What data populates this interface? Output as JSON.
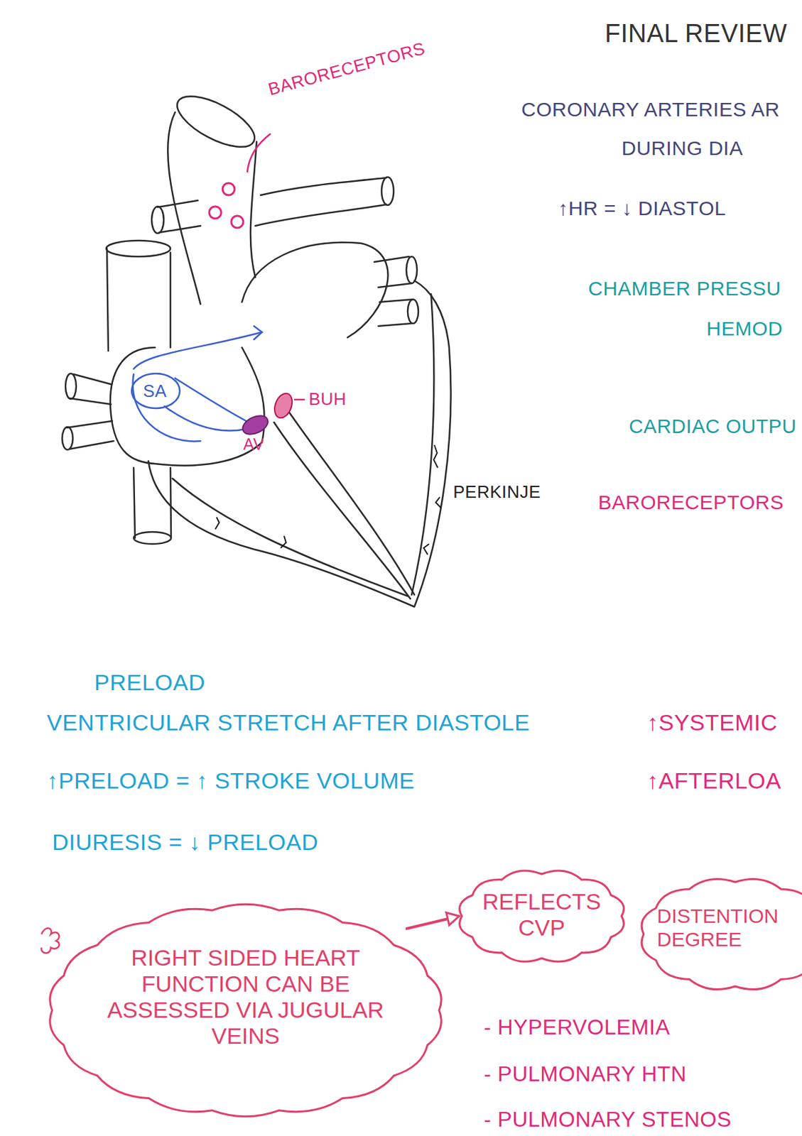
{
  "diagram": {
    "title": "FINAL REVIEW",
    "nodes": [
      {
        "text": [
          "RIGHT SIDED HEART FUNCTION CAN BE ASSESSED VIA JUGULAR VEINS"
        ]
      },
      {
        "text": [
          "REFLECTS CVP"
        ]
      },
      {
        "text": [
          "DISTENTION DEGREE"
        ]
      }
    ],
    "edges": [
      {
        "from": 0,
        "to": 1,
        "arrow": "to"
      }
    ],
    "labels": [
      "BARORECEPTORS",
      "SA",
      "AV",
      "BUH",
      "PERKINJE",
      "CORONARY ARTERIES AR",
      "DURING DIA",
      "↑HR = ↓ DIASTOL",
      "CHAMBER PRESSU",
      "HEMOD",
      "CARDIAC OUTPU",
      "BARORECEPTORS",
      "PRELOAD",
      "VENTRICULAR STRETCH AFTER DIASTOLE",
      "↑PRELOAD = ↑ STROKE VOLUME",
      "DIURESIS = ↓ PRELOAD",
      "↑SYSTEMIC",
      "↑AFTERLOA",
      "- HYPERVOLEMIA",
      "- PULMONARY HTN",
      "- PULMONARY STENOS"
    ]
  }
}
